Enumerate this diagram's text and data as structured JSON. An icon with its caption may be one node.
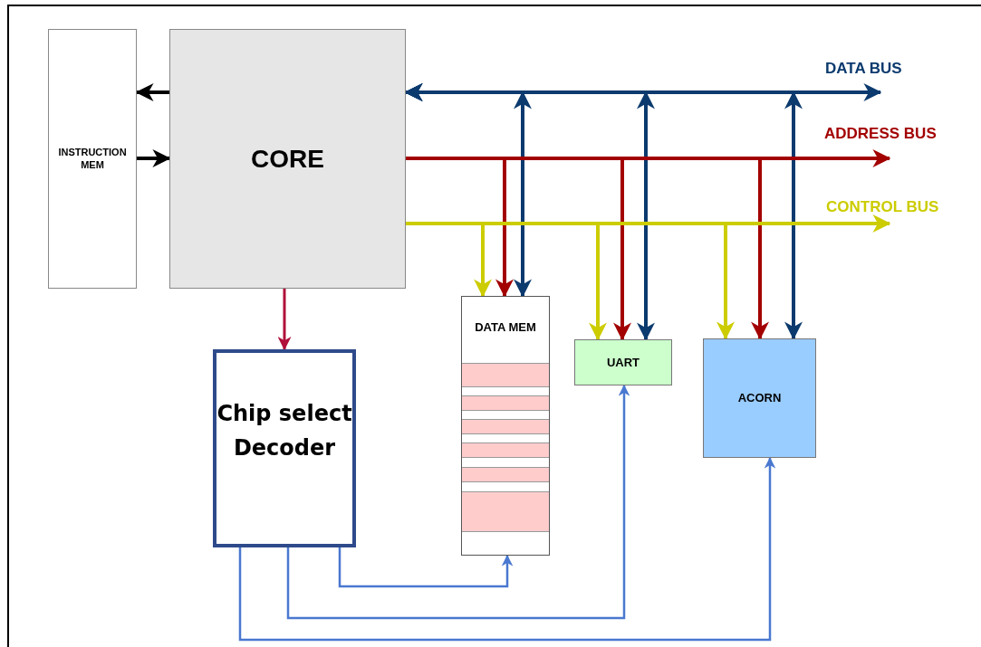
{
  "diagram": {
    "nodes": [
      {
        "text": [
          "INSTRUCTION MEM"
        ]
      },
      {
        "text": [
          "CORE"
        ]
      },
      {
        "text": [
          "Chip select Decoder"
        ]
      },
      {
        "text": [
          "DATA MEM"
        ]
      },
      {
        "text": [
          "UART"
        ]
      },
      {
        "text": [
          "ACORN"
        ]
      },
      {
        "text": [
          "DATA BUS"
        ]
      },
      {
        "text": [
          "ADDRESS BUS"
        ]
      },
      {
        "text": [
          "CONTROL BUS"
        ]
      }
    ],
    "edges": [
      {
        "from": 1,
        "to": 0,
        "arrow": "to",
        "color": "#000000"
      },
      {
        "from": 0,
        "to": 1,
        "arrow": "to",
        "color": "#000000"
      },
      {
        "from": 1,
        "to": 2,
        "arrow": "to",
        "color": "#b0103a"
      },
      {
        "from": 1,
        "to": 6,
        "arrow": "both",
        "color": "#0b3a6e"
      },
      {
        "from": 1,
        "to": 3,
        "arrow": "both",
        "color": "#0b3a6e"
      },
      {
        "from": 1,
        "to": 4,
        "arrow": "both",
        "color": "#0b3a6e"
      },
      {
        "from": 1,
        "to": 5,
        "arrow": "both",
        "color": "#0b3a6e"
      },
      {
        "from": 1,
        "to": 7,
        "arrow": "to",
        "color": "#a30000"
      },
      {
        "from": 1,
        "to": 3,
        "arrow": "to",
        "color": "#a30000"
      },
      {
        "from": 1,
        "to": 4,
        "arrow": "to",
        "color": "#a30000"
      },
      {
        "from": 1,
        "to": 5,
        "arrow": "to",
        "color": "#a30000"
      },
      {
        "from": 1,
        "to": 8,
        "arrow": "to",
        "color": "#cccc00"
      },
      {
        "from": 1,
        "to": 3,
        "arrow": "to",
        "color": "#cccc00"
      },
      {
        "from": 1,
        "to": 4,
        "arrow": "to",
        "color": "#cccc00"
      },
      {
        "from": 1,
        "to": 5,
        "arrow": "to",
        "color": "#cccc00"
      },
      {
        "from": 2,
        "to": 3,
        "arrow": "to",
        "color": "#4a78d0"
      },
      {
        "from": 2,
        "to": 4,
        "arrow": "to",
        "color": "#4a78d0"
      },
      {
        "from": 2,
        "to": 5,
        "arrow": "to",
        "color": "#4a78d0"
      }
    ]
  }
}
